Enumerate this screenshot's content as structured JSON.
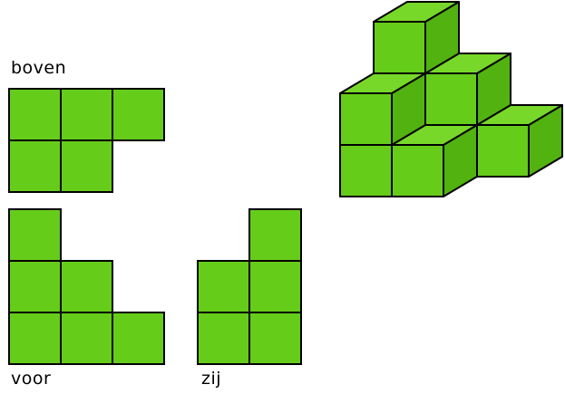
{
  "labels": {
    "top": "boven",
    "front": "voor",
    "side": "zij"
  },
  "colors": {
    "cube_front": "#66cc1a",
    "cube_top": "#77d82a",
    "cube_side": "#52b210",
    "view_fill": "#66cc1a",
    "stroke": "#000000"
  },
  "views": {
    "top": {
      "rows": 2,
      "cols": 3,
      "cells": [
        [
          0,
          0
        ],
        [
          0,
          1
        ],
        [
          0,
          2
        ],
        [
          1,
          0
        ],
        [
          1,
          1
        ]
      ]
    },
    "front": {
      "rows": 3,
      "cols": 3,
      "cells": [
        [
          0,
          0
        ],
        [
          1,
          0
        ],
        [
          1,
          1
        ],
        [
          2,
          0
        ],
        [
          2,
          1
        ],
        [
          2,
          2
        ]
      ]
    },
    "side": {
      "rows": 3,
      "cols": 2,
      "cells": [
        [
          0,
          1
        ],
        [
          1,
          0
        ],
        [
          1,
          1
        ],
        [
          2,
          0
        ],
        [
          2,
          1
        ]
      ]
    }
  },
  "model": {
    "cubes": [
      [
        0,
        0,
        0
      ],
      [
        1,
        0,
        0
      ],
      [
        0,
        0,
        1
      ],
      [
        0,
        1,
        0
      ],
      [
        1,
        1,
        0
      ],
      [
        2,
        1,
        0
      ],
      [
        0,
        1,
        1
      ],
      [
        1,
        1,
        1
      ],
      [
        0,
        1,
        2
      ]
    ]
  }
}
